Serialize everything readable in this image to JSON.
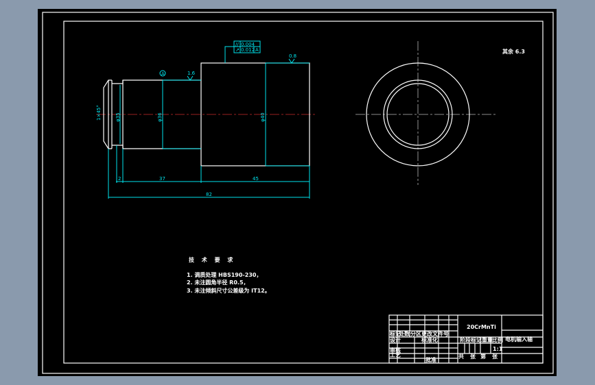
{
  "drawing": {
    "dimensions": {
      "d1": "2",
      "d2": "37",
      "d3": "45",
      "total": "82",
      "chamfer": "1×45°",
      "dia_small": "φ35",
      "dia_mid": "φ36",
      "dia_big": "φ40"
    },
    "tolerance": {
      "row1_symbol": "//",
      "row1_value": "0.004",
      "row2_symbol": "↗",
      "row2_value": "0.012",
      "datum": "A"
    },
    "surface_roughness": [
      "1.6",
      "0.8",
      "6.3"
    ],
    "datum_label": "A",
    "other_roughness": "其余 6.3"
  },
  "tech_requirements": {
    "title": "技 术 要 求",
    "items": [
      "1. 调质处理 HBS190-230，",
      "2. 未注圆角半径 R0.5，",
      "3. 未注倾斜尺寸公差级为 IT12。"
    ]
  },
  "title_block": {
    "material": "20CrMnTi",
    "part_name": "电机输入轴",
    "labels": [
      "标记",
      "处数",
      "分区",
      "更改文件号",
      "设计",
      "标准化",
      "审核",
      "工艺",
      "批准",
      "阶段标记",
      "重量",
      "比例"
    ],
    "scale": "1:1",
    "sheet": [
      "共",
      "张",
      "第",
      "张"
    ]
  },
  "colors": {
    "background": "#8a9aad",
    "canvas": "#000000",
    "geometry": "#ffffff",
    "dimension": "#00e5ee",
    "centerline": "#9a2020"
  }
}
